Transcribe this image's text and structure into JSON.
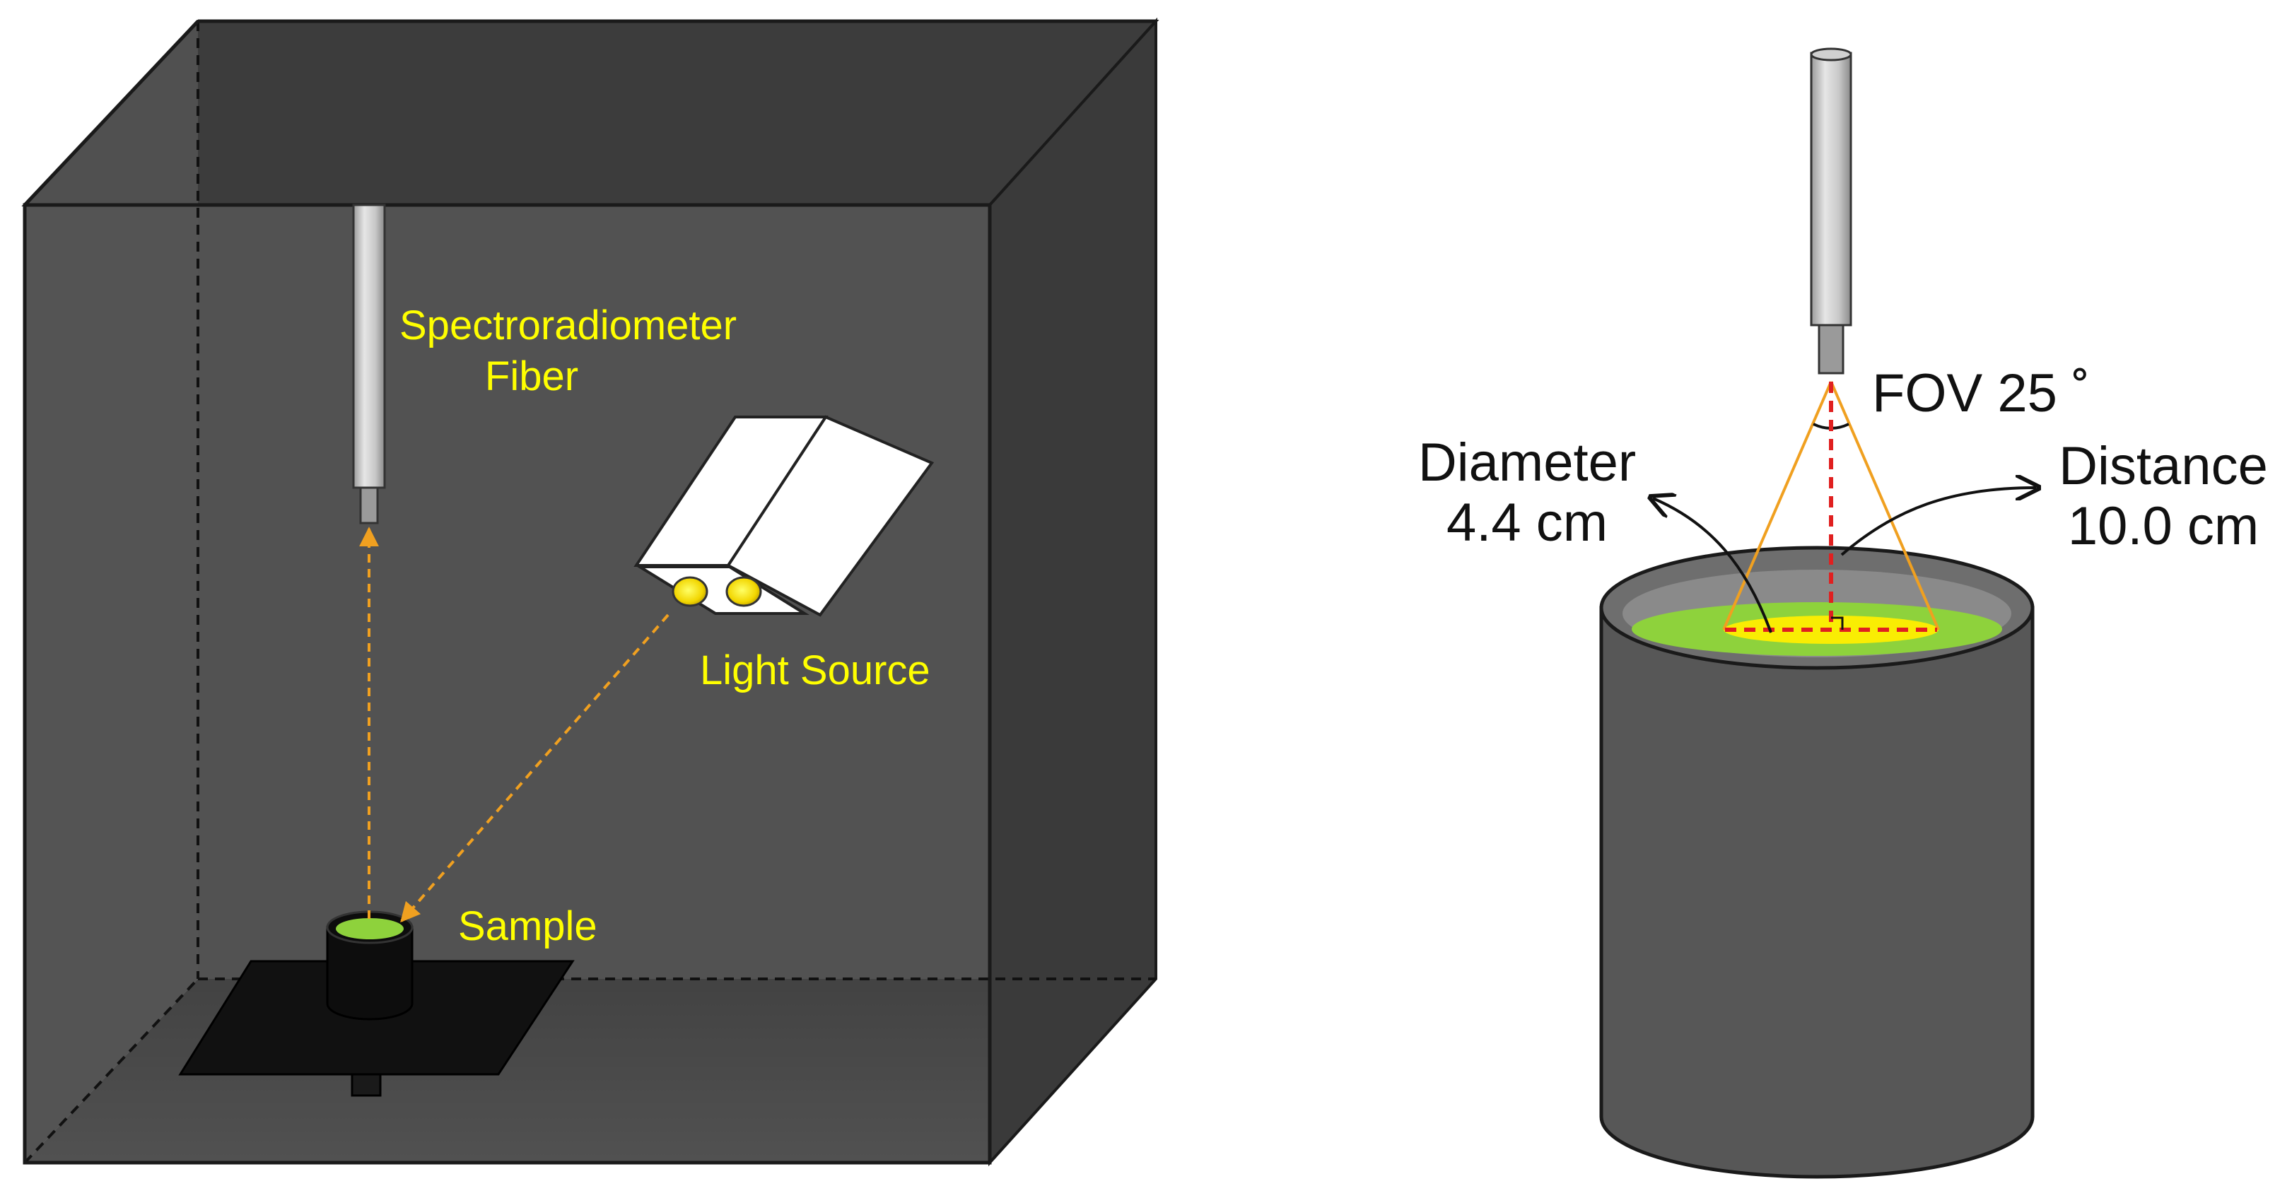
{
  "left_panel": {
    "fiber_label_line1": "Spectroradiometer",
    "fiber_label_line2": "Fiber",
    "light_source_label": "Light Source",
    "sample_label": "Sample"
  },
  "right_panel": {
    "fov_label": "FOV 25 ˚",
    "diameter_label_line1": "Diameter",
    "diameter_label_line2": "4.4 cm",
    "distance_label_line1": "Distance",
    "distance_label_line2": "10.0 cm"
  },
  "colors": {
    "box_face": "#545454",
    "box_top": "#3c3c3c",
    "box_side": "#3a3a3a",
    "label_yellow": "#ffff00",
    "beam_orange": "#f0a020",
    "sample_green": "#8ed23c",
    "fov_red": "#e02020",
    "cylinder_gray": "#575757"
  }
}
